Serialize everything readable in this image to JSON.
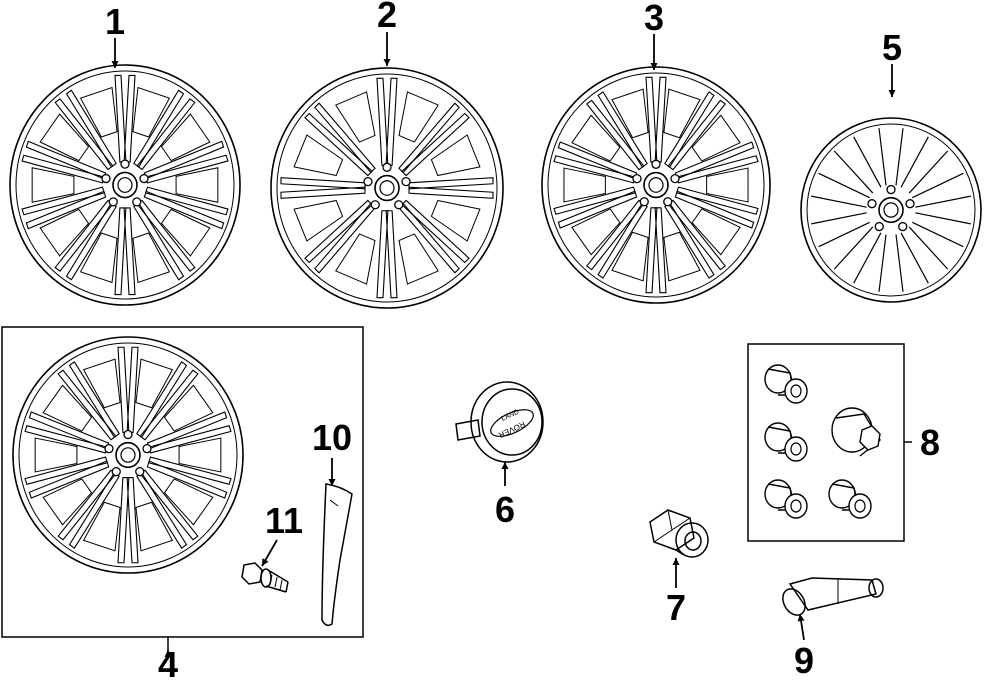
{
  "callouts": [
    "1",
    "2",
    "3",
    "5",
    "4",
    "10",
    "11",
    "6",
    "8",
    "7",
    "9"
  ],
  "emblem": {
    "line1": "LAND",
    "line2": "ROVER"
  },
  "colors": {
    "ink": "#000000",
    "paper": "#ffffff"
  }
}
